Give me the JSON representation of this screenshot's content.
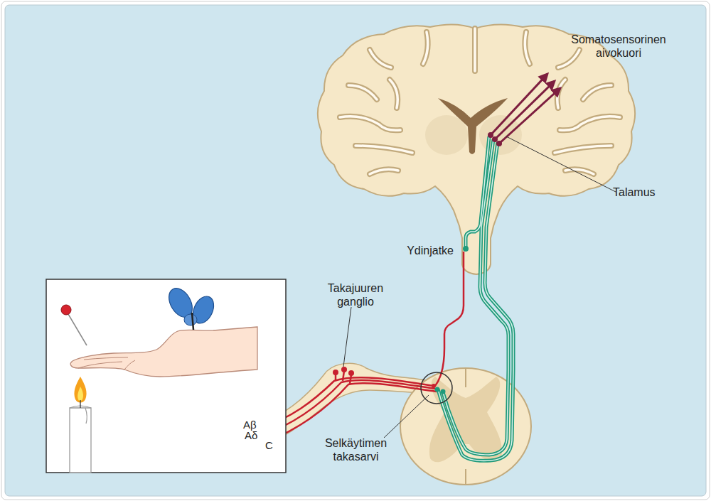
{
  "diagram": {
    "labels": [
      "Somatosensorinen aivokuori",
      "Talamus",
      "Ydinjatke",
      "Takajuuren ganglio",
      "Aβ",
      "Aδ",
      "C",
      "Selkäytimen takasarvi"
    ]
  }
}
